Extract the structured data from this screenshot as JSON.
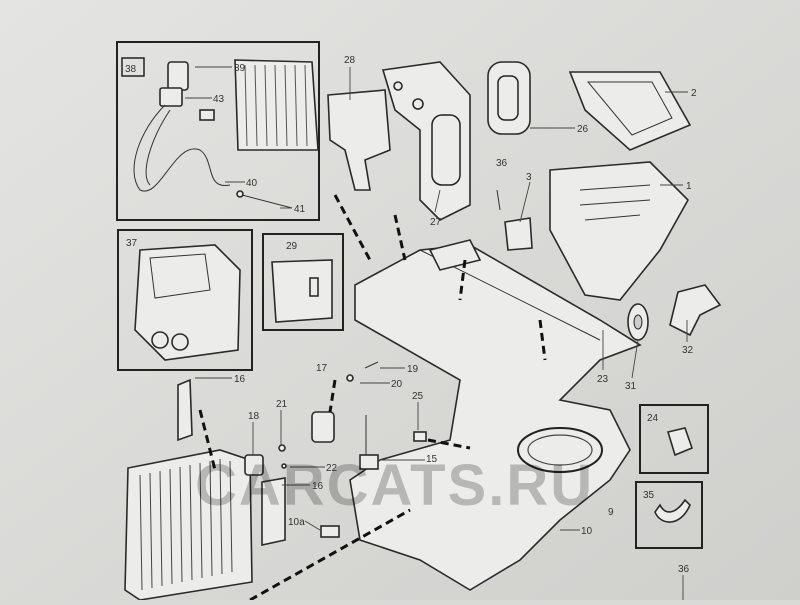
{
  "diagram": {
    "watermark": "CARCATS.RU",
    "callouts": {
      "c38": "38",
      "c39": "39",
      "c43": "43",
      "c40": "40",
      "c41": "41",
      "c28": "28",
      "c27": "27",
      "c26": "26",
      "c2": "2",
      "c1": "1",
      "c36a": "36",
      "c3": "3",
      "c37": "37",
      "c29": "29",
      "c16a": "16",
      "c17": "17",
      "c19": "19",
      "c20": "20",
      "c18": "18",
      "c21": "21",
      "c22": "22",
      "c25": "25",
      "c15": "15",
      "c16b": "16",
      "c10a": "10a",
      "c10": "10",
      "c9": "9",
      "c23": "23",
      "c31": "31",
      "c32": "32",
      "c24": "24",
      "c35": "35",
      "c36b": "36"
    }
  }
}
